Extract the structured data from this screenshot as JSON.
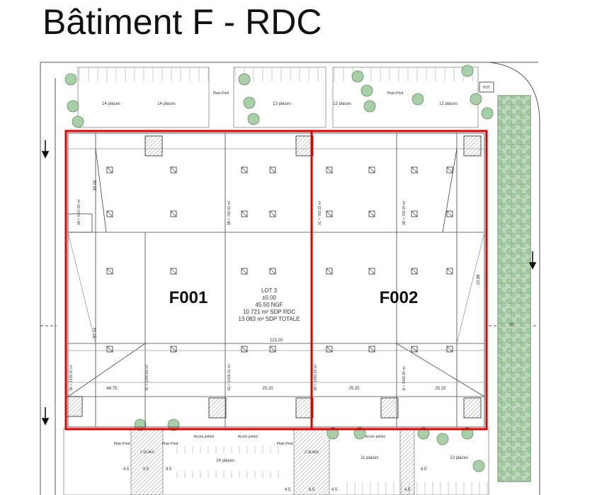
{
  "title": "Bâtiment F - RDC",
  "cells": {
    "left": "F001",
    "right": "F002"
  },
  "lot_info": {
    "line1": "LOT 3",
    "line2": "±0.00",
    "line3": "45.50 NGF",
    "line4": "10 721 m² SDP RDC",
    "line5": "13 083 m² SDP TOTALE"
  },
  "parking": {
    "top": [
      "14 places",
      "14 places",
      "13 places",
      "12 places",
      "12 places"
    ],
    "bottom": [
      "24 places",
      "11 places",
      "10 places"
    ]
  },
  "labels": {
    "plain_pied_1": "Plain-Pied",
    "plain_pied_2": "Plain-Pied",
    "plain_pied_3": "Plain-Pied",
    "plain_pied_4": "Plain-Pied",
    "plain_pied_5": "Plain-Pied",
    "acces_pieton_1": "Accès piéton",
    "acces_pieton_2": "Accès piéton",
    "acces_pieton_3": "Accès piéton",
    "quais_1": "2 QUAIS",
    "quais_2": "2 QUAIS",
    "pdt": "PDT"
  },
  "cell_areas": {
    "a": "3A = 1407.82 m²",
    "b": "3B = 760.91 m²",
    "c": "3C = 760.22 m²",
    "d": "3D = 755.20 m²",
    "e": "3E = 1339.97 m²",
    "f": "3F = 1340.83 m²",
    "g": "3G = 1436.31 m²",
    "h": "3H = 1455.24 m²",
    "i": "3I = 1446.80 m²"
  },
  "dimensions": {
    "overall_width": "123.20",
    "d1": "46.75",
    "d2": "25.20",
    "d3": "25.20",
    "d4": "25.15",
    "left_h": "57.44",
    "top_left": "30.08",
    "right_h": "10.88",
    "right_strip": "10",
    "b1": "9.5",
    "b2": "4.5",
    "b3": "4.5",
    "b4": "9.5",
    "b5": "4.5",
    "b6": "4.5",
    "b7": "4.5",
    "b8": "4.5"
  },
  "colors": {
    "outline_red": "#e00000",
    "tree_green": "#8ab889",
    "line": "#444444"
  }
}
